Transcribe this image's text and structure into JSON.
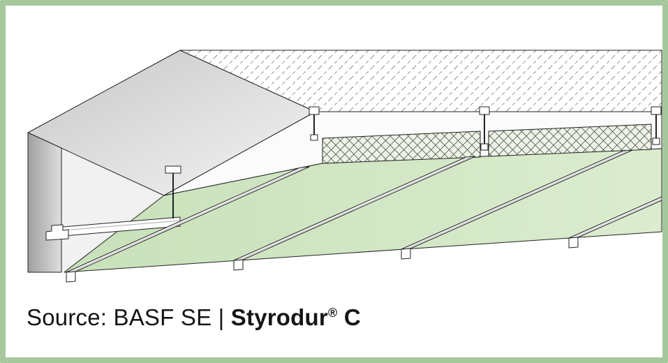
{
  "caption": {
    "prefix": "Source: BASF SE | ",
    "brand": "Styrodur",
    "registered": "®",
    "suffix": " C"
  },
  "colors": {
    "frame-green": "#a7c89d",
    "styrodur-green": "#c8e1ba",
    "styrodur-green-light": "#dbeccf",
    "crosshatch-fill": "#edf4e6",
    "line": "#222222"
  },
  "figure": {
    "kind": "isometric construction section",
    "elements": [
      "concrete-slab-section",
      "slab-side-face",
      "styrodur-board-cut-section",
      "styrodur-board-underside",
      "suspension-rods",
      "carrying-channel",
      "furring-channels"
    ]
  }
}
